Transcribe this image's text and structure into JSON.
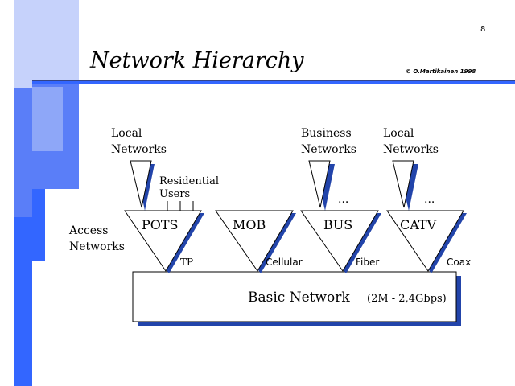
{
  "slide": {
    "page_number": "8",
    "title": "Network Hierarchy",
    "copyright": "© O.Martikainen 1998",
    "colors": {
      "bar_light": "#c6d2fb",
      "bar_mid": "#8ea7f8",
      "bar_dark": "#3366ff",
      "rule": "#334488",
      "shadow": "#2244aa"
    }
  },
  "labels": {
    "local_networks_left": [
      "Local",
      "Networks"
    ],
    "business_networks": [
      "Business",
      "Networks"
    ],
    "local_networks_right": [
      "Local",
      "Networks"
    ],
    "residential_users": [
      "Residential",
      "Users"
    ],
    "access_networks": [
      "Access",
      "Networks"
    ],
    "ellipsis": "..."
  },
  "access_nodes": [
    {
      "name": "POTS",
      "medium": "TP"
    },
    {
      "name": "MOB",
      "medium": "Cellular"
    },
    {
      "name": "BUS",
      "medium": "Fiber"
    },
    {
      "name": "CATV",
      "medium": "Coax"
    }
  ],
  "basic_network": {
    "label": "Basic Network",
    "capacity": "(2M - 2,4Gbps)"
  }
}
